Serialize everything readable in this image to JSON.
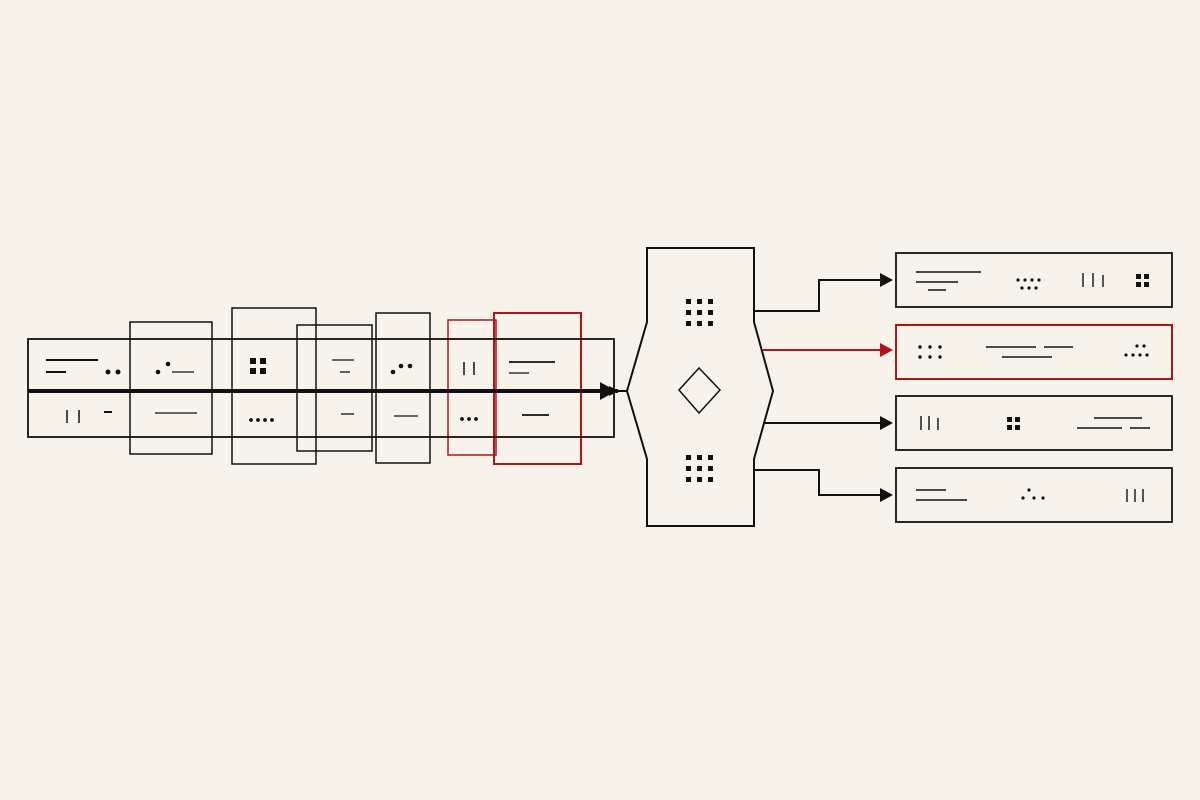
{
  "colors": {
    "background": "#f7f3ea",
    "ink": "#111111",
    "accent": "#b3141b"
  },
  "diagram": {
    "kind": "flow",
    "input_frames": [
      {
        "name": "input-frame-1",
        "highlighted": false
      },
      {
        "name": "input-frame-2",
        "highlighted": false
      },
      {
        "name": "input-frame-3",
        "highlighted": false
      },
      {
        "name": "input-frame-4",
        "highlighted": false
      },
      {
        "name": "input-frame-5",
        "highlighted": false
      },
      {
        "name": "input-frame-6",
        "highlighted": true
      },
      {
        "name": "input-frame-7",
        "highlighted": true
      }
    ],
    "processor": {
      "icon": "diamond-icon",
      "grid_icons": [
        "dot-grid-icon",
        "dot-grid-icon"
      ]
    },
    "outputs": [
      {
        "name": "output-row-1",
        "highlighted": false
      },
      {
        "name": "output-row-2",
        "highlighted": true
      },
      {
        "name": "output-row-3",
        "highlighted": false
      },
      {
        "name": "output-row-4",
        "highlighted": false
      }
    ]
  }
}
